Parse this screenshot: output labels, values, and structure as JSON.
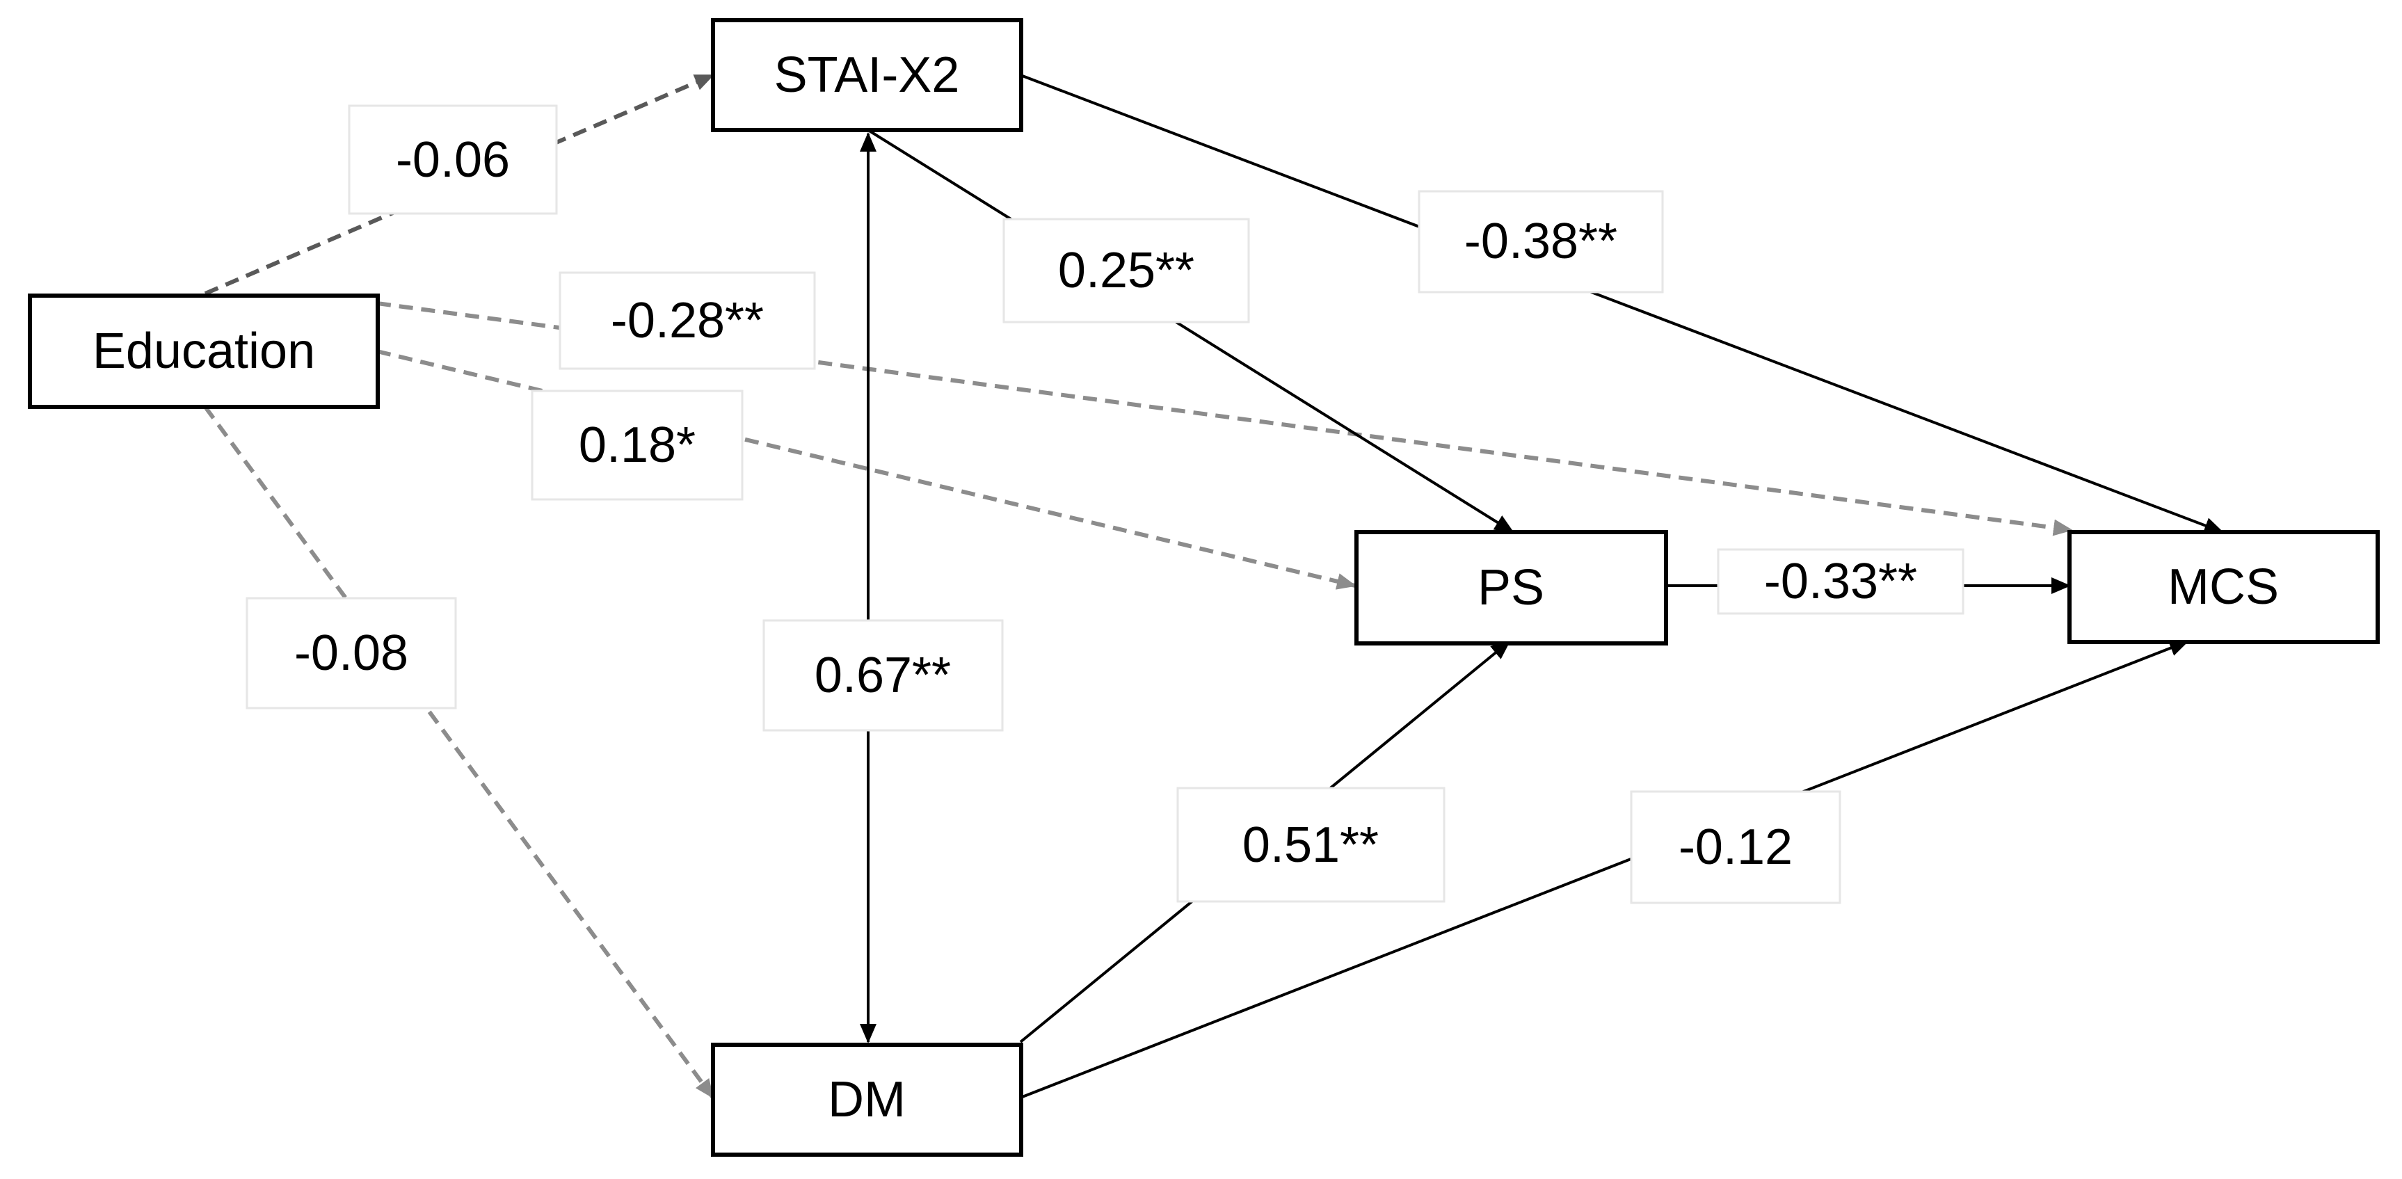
{
  "colors": {
    "solid": "#000000",
    "dashed_dark": "#595959",
    "dashed_light": "#8c8c8c",
    "label_border": "#e6e6e6"
  },
  "nodes": {
    "education": "Education",
    "stai": "STAI-X2",
    "ps": "PS",
    "mcs": "MCS",
    "dm": "DM"
  },
  "paths": {
    "education_stai": "-0.06",
    "education_mcs": "-0.28**",
    "education_ps": "0.18*",
    "education_dm": "-0.08",
    "stai_dm": "0.67**",
    "stai_ps": "0.25**",
    "stai_mcs": "-0.38**",
    "ps_mcs": "-0.33**",
    "dm_ps": "0.51**",
    "dm_mcs": "-0.12"
  }
}
